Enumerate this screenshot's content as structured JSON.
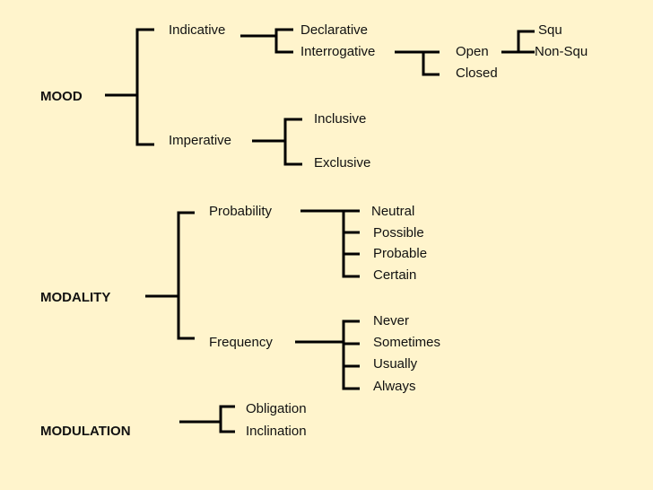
{
  "mood": {
    "label": "MOOD",
    "indicative": "Indicative",
    "declarative": "Declarative",
    "interrogative": "Interrogative",
    "open": "Open",
    "closed": "Closed",
    "squ": "Squ",
    "non_squ": "Non-Squ",
    "imperative": "Imperative",
    "inclusive": "Inclusive",
    "exclusive": "Exclusive"
  },
  "modality": {
    "label": "MODALITY",
    "probability": "Probability",
    "probability_values": [
      "Neutral",
      "Possible",
      "Probable",
      "Certain"
    ],
    "frequency": "Frequency",
    "frequency_values": [
      "Never",
      "Sometimes",
      "Usually",
      "Always"
    ]
  },
  "modulation": {
    "label": "MODULATION",
    "obligation": "Obligation",
    "inclination": "Inclination"
  }
}
